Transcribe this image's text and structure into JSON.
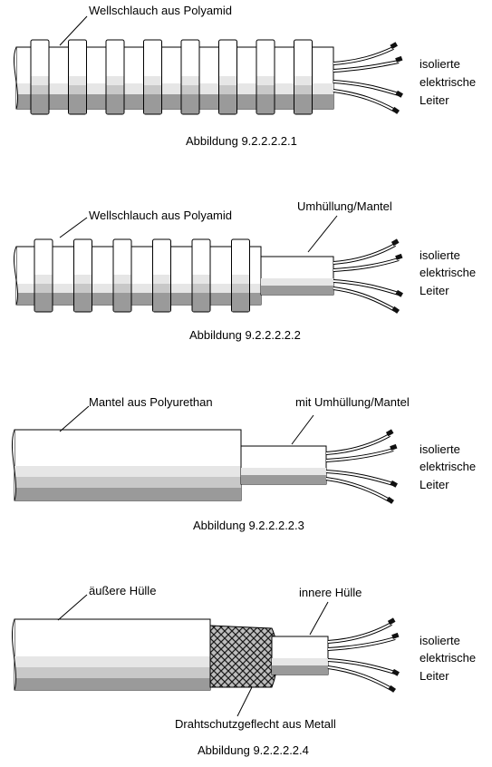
{
  "figures": [
    {
      "caption": "Abbildung 9.2.2.2.2.1",
      "labels": {
        "jacket": "Wellschlauch aus Polyamid",
        "conductors": [
          "isolierte",
          "elektrische",
          "Leiter"
        ]
      }
    },
    {
      "caption": "Abbildung 9.2.2.2.2.2",
      "labels": {
        "jacket": "Wellschlauch aus Polyamid",
        "inner": "Umhüllung/Mantel",
        "conductors": [
          "isolierte",
          "elektrische",
          "Leiter"
        ]
      }
    },
    {
      "caption": "Abbildung 9.2.2.2.2.3",
      "labels": {
        "jacket": "Mantel aus Polyurethan",
        "inner": "mit Umhüllung/Mantel",
        "conductors": [
          "isolierte",
          "elektrische",
          "Leiter"
        ]
      }
    },
    {
      "caption": "Abbildung 9.2.2.2.2.4",
      "labels": {
        "jacket": "äußere Hülle",
        "inner": "innere Hülle",
        "braid": "Drahtschutzgeflecht aus Metall",
        "conductors": [
          "isolierte",
          "elektrische",
          "Leiter"
        ]
      }
    }
  ],
  "colors": {
    "outline": "#000000",
    "band_light": "#e6e6e6",
    "band_mid": "#c8c8c8",
    "band_dark": "#9a9a9a",
    "wire_tip": "#111111"
  }
}
